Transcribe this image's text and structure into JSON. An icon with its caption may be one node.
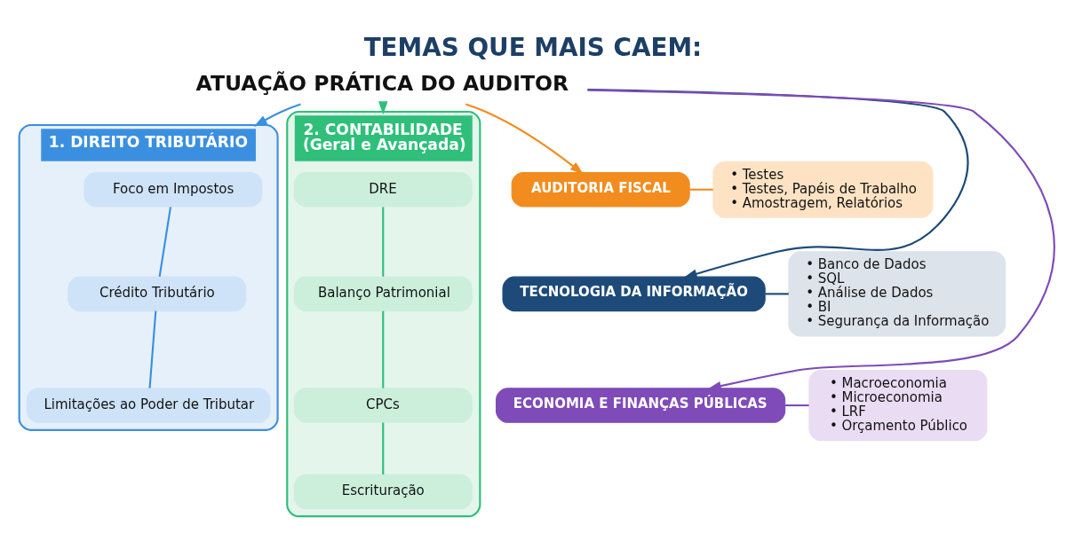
{
  "diagram": {
    "title": "TEMAS QUE MAIS CAEM:",
    "nodes": [
      {
        "text": [
          "ATUAÇÃO PRÁTICA DO AUDITOR"
        ]
      },
      {
        "text": [
          "1. DIREITO TRIBUTÁRIO"
        ]
      },
      {
        "text": [
          "Foco em Impostos"
        ],
        "in": 1
      },
      {
        "text": [
          "Crédito Tributário"
        ],
        "in": 1
      },
      {
        "text": [
          "Limitações ao Poder de Tributar"
        ],
        "in": 1
      },
      {
        "text": [
          "2. CONTABILIDADE",
          "(Geral e Avançada)"
        ]
      },
      {
        "text": [
          "DRE"
        ],
        "in": 5
      },
      {
        "text": [
          "Balanço Patrimonial"
        ],
        "in": 5
      },
      {
        "text": [
          "CPCs"
        ],
        "in": 5
      },
      {
        "text": [
          "Escrituração"
        ],
        "in": 5
      },
      {
        "text": [
          "AUDITORIA FISCAL"
        ]
      },
      {
        "text": [
          "• Testes",
          "• Testes, Papéis de Trabalho",
          "• Amostragem, Relatórios"
        ]
      },
      {
        "text": [
          "TECNOLOGIA DA INFORMAÇÃO"
        ]
      },
      {
        "text": [
          "• Banco de Dados",
          "• SQL",
          "• Análise de Dados",
          "• BI",
          "• Segurança da Informação"
        ]
      },
      {
        "text": [
          "ECONOMIA E FINANÇAS PÚBLICAS"
        ]
      },
      {
        "text": [
          "• Macroeconomia",
          "• Microeconomia",
          "• LRF",
          "• Orçamento Público"
        ]
      }
    ],
    "edges": [
      {
        "from": 0,
        "to": 1,
        "arrow": "to",
        "color": "#3b8fe0"
      },
      {
        "from": 0,
        "to": 5,
        "arrow": "to",
        "color": "#2fbf7a"
      },
      {
        "from": 0,
        "to": 10,
        "arrow": "to",
        "color": "#f28c1e"
      },
      {
        "from": 0,
        "to": 12,
        "arrow": "to",
        "color": "#1d4a78"
      },
      {
        "from": 0,
        "to": 14,
        "arrow": "to",
        "color": "#7e4bb8"
      },
      {
        "from": 2,
        "to": 3,
        "arrow": "none",
        "color": "#3b8fe0"
      },
      {
        "from": 3,
        "to": 4,
        "arrow": "none",
        "color": "#3b8fe0"
      },
      {
        "from": 6,
        "to": 7,
        "arrow": "none",
        "color": "#2fbf7a"
      },
      {
        "from": 7,
        "to": 8,
        "arrow": "none",
        "color": "#2fbf7a"
      },
      {
        "from": 8,
        "to": 9,
        "arrow": "none",
        "color": "#2fbf7a"
      },
      {
        "from": 10,
        "to": 11,
        "arrow": "none",
        "color": "#f28c1e"
      },
      {
        "from": 12,
        "to": 13,
        "arrow": "none",
        "color": "#1d4a78"
      },
      {
        "from": 14,
        "to": 15,
        "arrow": "none",
        "color": "#7e4bb8"
      }
    ]
  }
}
